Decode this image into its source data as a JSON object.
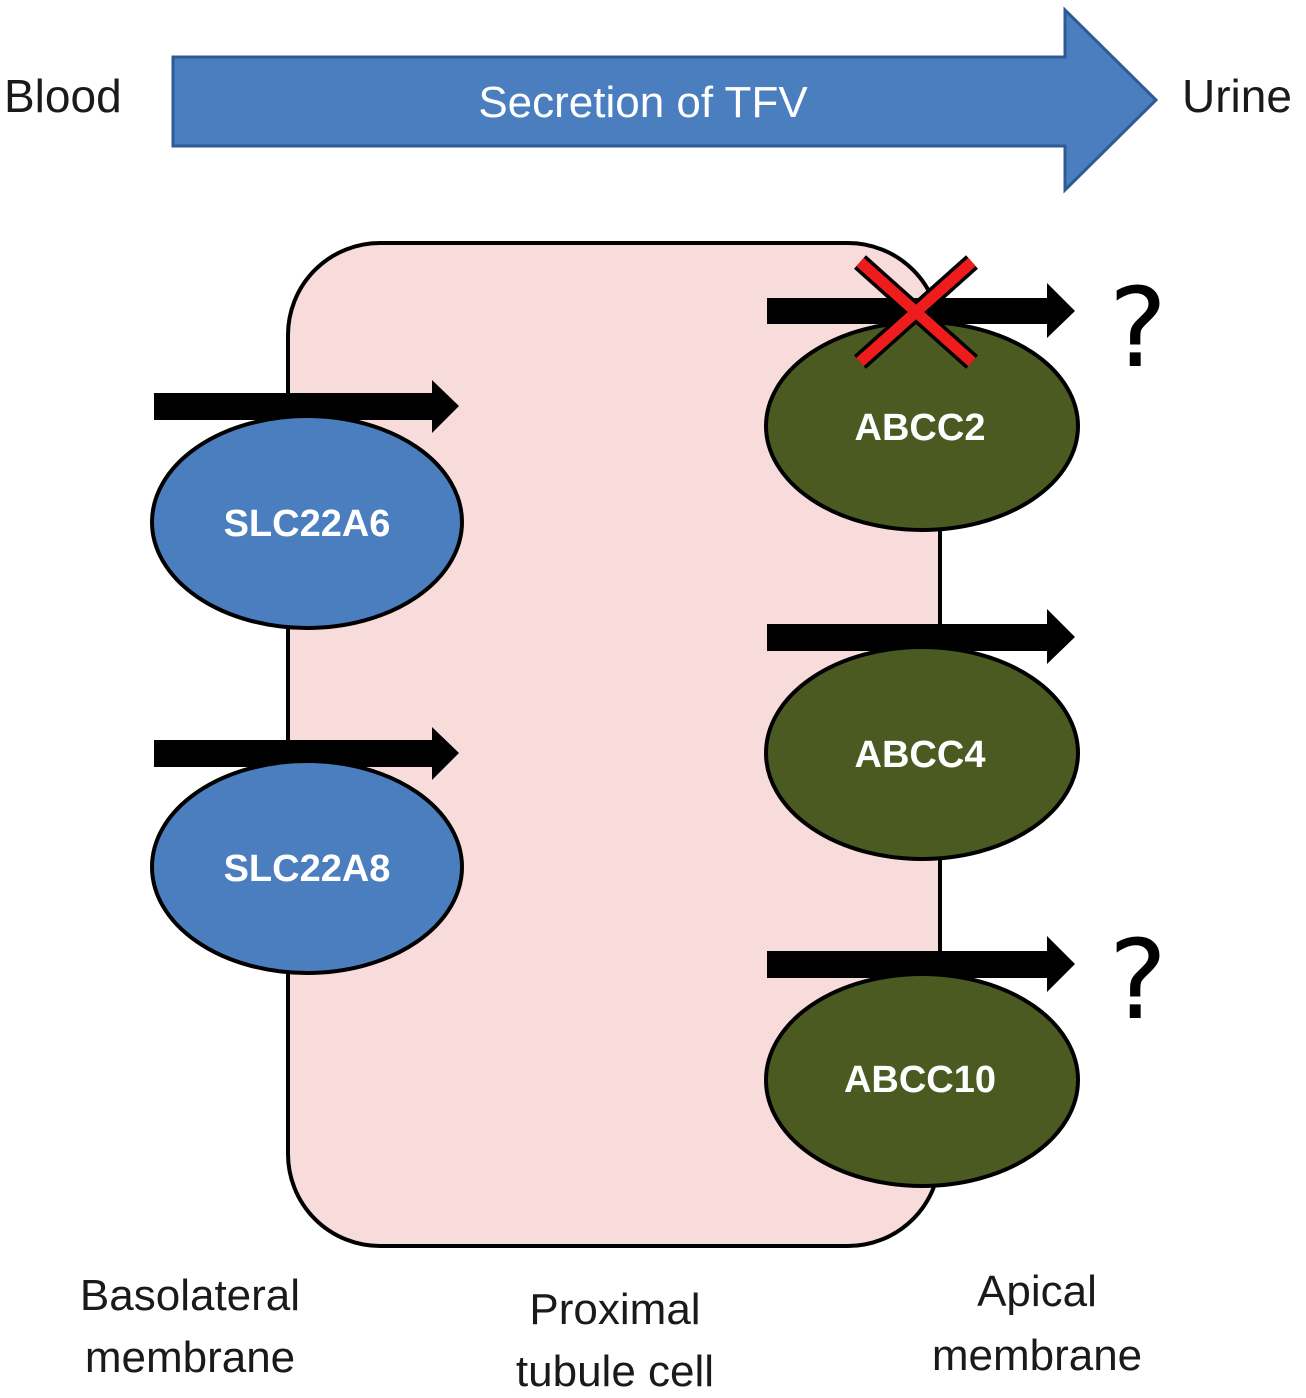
{
  "header": {
    "left_label": "Blood",
    "banner_text": "Secretion of TFV",
    "right_label": "Urine"
  },
  "transporters": {
    "basolateral": [
      {
        "name": "SLC22A6"
      },
      {
        "name": "SLC22A8"
      }
    ],
    "apical": [
      {
        "name": "ABCC2",
        "uncertain": true,
        "blocked": true
      },
      {
        "name": "ABCC4",
        "uncertain": false,
        "blocked": false
      },
      {
        "name": "ABCC10",
        "uncertain": true,
        "blocked": false
      }
    ],
    "uncertain_mark": "?"
  },
  "captions": {
    "basolateral": [
      "Basolateral",
      "membrane"
    ],
    "cell": [
      "Proximal",
      "tubule cell"
    ],
    "apical": [
      "Apical",
      "membrane"
    ]
  },
  "colors": {
    "banner": "#4a7ebf",
    "banner_border": "#2f5b94",
    "cell_fill": "#f8dcdc",
    "basolateral_fill": "#4a7ebf",
    "apical_fill": "#4a5a21",
    "blocked_mark": "#ee1c1c",
    "arrow": "#000000"
  }
}
